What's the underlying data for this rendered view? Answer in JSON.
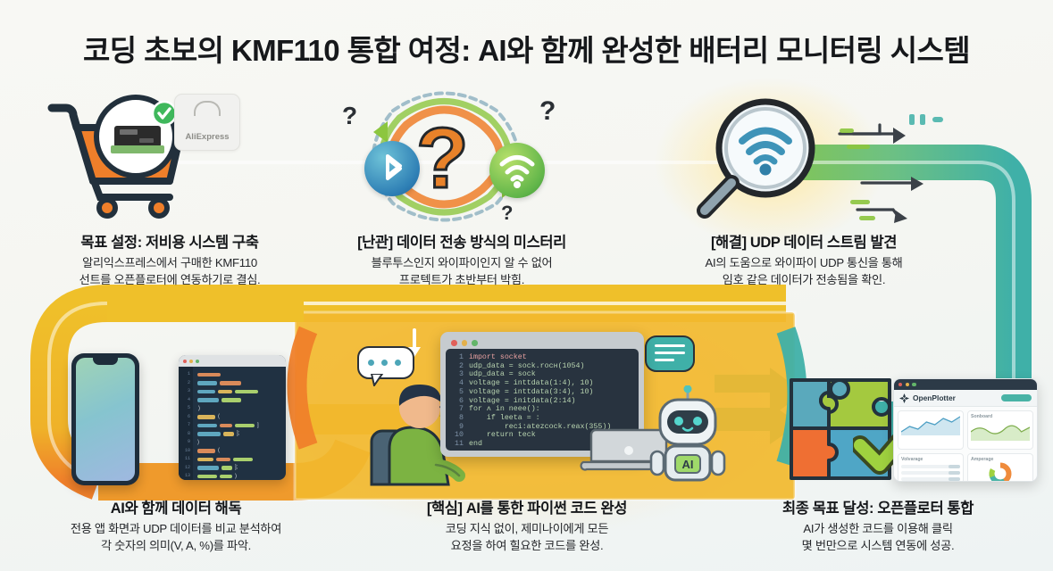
{
  "page": {
    "title": "코딩 초보의 KMF110 통합 여정: AI와 함께 완성한 배터리 모니터링 시스템",
    "background": "#f7f7f3"
  },
  "colors": {
    "orange": "#ef7f2a",
    "amber": "#efb229",
    "green": "#8cc63f",
    "teal": "#3fb0a8",
    "blue": "#2e7fb5",
    "dark": "#23272b"
  },
  "steps": [
    {
      "id": "step-1-goal",
      "heading": "목표 설정: 저비용 시스템 구축",
      "lines": [
        "알리익스프레스에서 구매한 KMF110",
        "선트를 오픈플로터에 연동하기로 결심."
      ]
    },
    {
      "id": "step-2-problem",
      "heading": "[난관] 데이터 전송 방식의 미스터리",
      "lines": [
        "블루투스인지 와이파이인지 알 수 없어",
        "프로텍트가 초반부터 박힘."
      ]
    },
    {
      "id": "step-3-solution",
      "heading": "[해결] UDP 데이터 스트림 발견",
      "lines": [
        "AI의 도움으로 와이파이 UDP 통신을 통해",
        "임호 같은 데이터가 전송됨을 확인."
      ]
    },
    {
      "id": "step-4-decode",
      "heading": "AI와 함께 데이터 해독",
      "lines": [
        "전용 앱 화면과 UDP 데이터를 비교 분석하여",
        "각 숫자의 의미(V, A, %)를 파악."
      ]
    },
    {
      "id": "step-5-code",
      "heading": "[핵심] AI를 통한 파이썬 코드 완성",
      "lines": [
        "코딩 지식 없이, 제미나이에게 모든",
        "요정을 하여 힐요한 코드를 완성."
      ]
    },
    {
      "id": "step-6-integration",
      "heading": "최종 목표 달성: 오픈플로터 통합",
      "lines": [
        "AI가 생성한 코드를 이용해 클릭",
        "몇 번만으로 시스템 연동에 성공."
      ]
    }
  ],
  "art": {
    "aliexpress_label": "AliExpress",
    "question_mark": "?",
    "question_small": "?",
    "robot_badge": "AI"
  },
  "code_editor": {
    "lines": [
      {
        "n": "1",
        "text": "import socket"
      },
      {
        "n": "2",
        "text": "udp_data = sock.rocн(1054)"
      },
      {
        "n": "3",
        "text": "udp_data = sock"
      },
      {
        "n": "4",
        "text": "voltage = inttdata(1:4), 10)"
      },
      {
        "n": "5",
        "text": "voltage = inttdata(3:4), 10)"
      },
      {
        "n": "6",
        "text": "voltage = initdata(2:14)"
      },
      {
        "n": "7",
        "text": "for ʌ in neee():"
      },
      {
        "n": "8",
        "text": "    if leeta = :"
      },
      {
        "n": "9",
        "text": "        reci:atezcock.reax(355))"
      },
      {
        "n": "10",
        "text": "    return teck"
      },
      {
        "n": "11",
        "text": "end"
      }
    ]
  },
  "dashboard": {
    "brand": "OpenPlotter",
    "cards": [
      {
        "title": ""
      },
      {
        "title": "Sonboard"
      },
      {
        "title": "Volvarage"
      },
      {
        "title": "Amperage"
      }
    ]
  }
}
